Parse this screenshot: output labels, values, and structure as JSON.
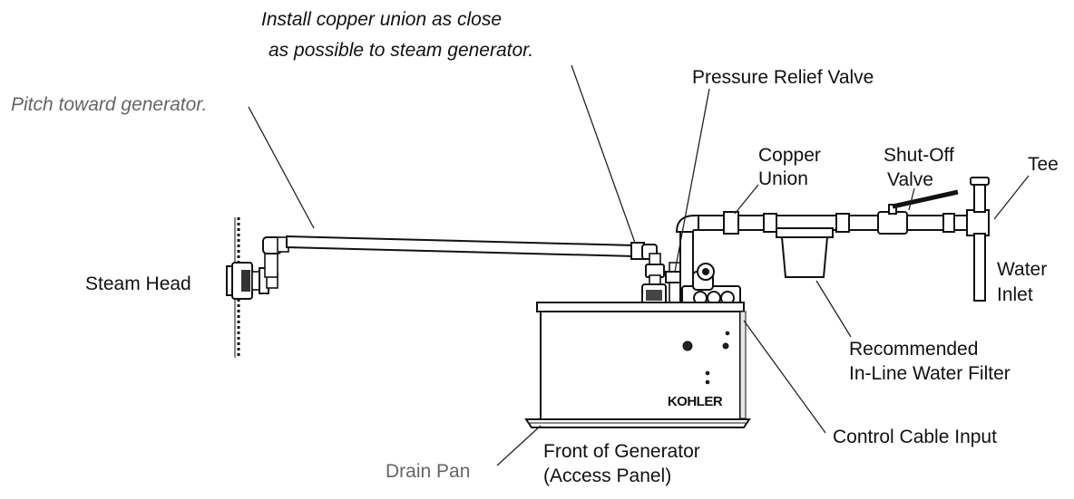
{
  "labels": {
    "install_union_line1": "Install copper union as close",
    "install_union_line2": "as possible to steam generator.",
    "pitch": "Pitch toward generator.",
    "pressure_relief": "Pressure Relief Valve",
    "copper_union_line1": "Copper",
    "copper_union_line2": "Union",
    "shutoff_line1": "Shut-Off",
    "shutoff_line2": "Valve",
    "tee": "Tee",
    "steam_head": "Steam Head",
    "water_inlet_line1": "Water",
    "water_inlet_line2": "Inlet",
    "filter_line1": "Recommended",
    "filter_line2": "In-Line Water Filter",
    "control_cable": "Control Cable Input",
    "front_line1": "Front of Generator",
    "front_line2": "(Access Panel)",
    "drain_pan": "Drain Pan"
  },
  "brand": {
    "logo_text": "KOHLER"
  },
  "colors": {
    "ink": "#111111",
    "grey_text": "#666666"
  }
}
